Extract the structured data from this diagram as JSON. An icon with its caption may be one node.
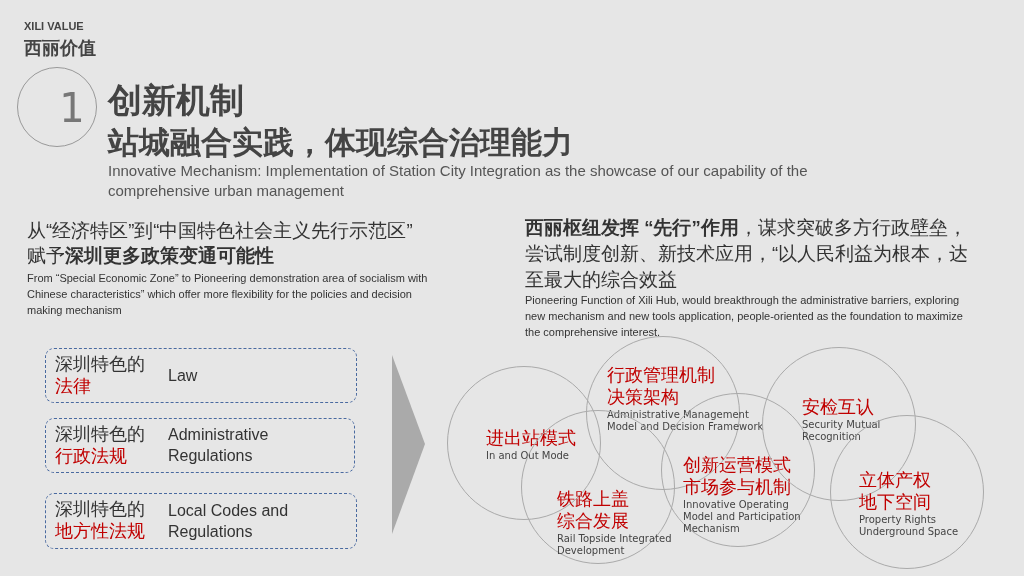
{
  "diagram": {
    "title": "创新机制",
    "nodes": [
      {
        "text": [
          "1"
        ]
      },
      {
        "text": [
          "深圳特色的",
          "法律",
          "Law"
        ]
      },
      {
        "text": [
          "深圳特色的",
          "行政法规",
          "Administrative Regulations"
        ]
      },
      {
        "text": [
          "深圳特色的",
          "地方性法规",
          "Local Codes and Regulations"
        ]
      },
      {
        "text": [
          "进出站模式",
          "In and Out Mode"
        ]
      },
      {
        "text": [
          "行政管理机制决策架构",
          "Administrative Management Model and Decision Framework"
        ]
      },
      {
        "text": [
          "铁路上盖综合发展",
          "Rail Topside Integrated Development"
        ]
      },
      {
        "text": [
          "创新运营模式市场参与机制",
          "Innovative Operating Model and Participation Mechanism"
        ]
      },
      {
        "text": [
          "安检互认",
          "Security Mutual Recognition"
        ]
      },
      {
        "text": [
          "立体产权地下空间",
          "Property Rights Underground Space"
        ]
      }
    ],
    "edges": [
      {
        "from": 2,
        "to": 4,
        "arrow": "to"
      }
    ],
    "labels": [
      "XILI VALUE",
      "西丽价值",
      "站城融合实践，体现综合治理能力",
      "Innovative Mechanism: Implementation of Station City Integration as the showcase of our capability of the comprehensive urban management",
      "从“经济特区”到“中国特色社会主义先行示范区” 赋予**深圳更多政策变通可能性**",
      "From “Special Economic Zone” to Pioneering demonstration area of socialism with Chinese characteristics” which offer more flexibility for the policies and decision making mechanism",
      "**西丽枢纽发挥 “先行”作用**，谋求突破多方行政壁垒，尝试制度创新、新技术应用，“以人民利益为根本，达至最大的综合效益",
      "Pioneering Function of Xili Hub, would breakthrough the administrative barriers, exploring new mechanism and new tools application, people-oriented as the foundation to maximize the comprehensive interest."
    ]
  }
}
